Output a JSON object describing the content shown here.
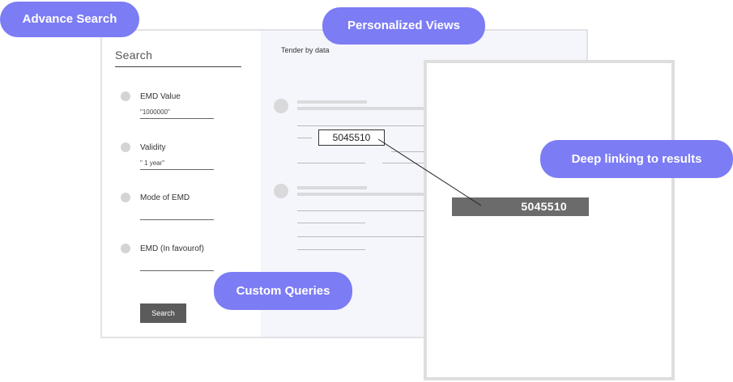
{
  "callouts": {
    "advance_search": "Advance Search",
    "personalized_views": "Personalized Views",
    "deep_linking": "Deep linking to results",
    "custom_queries": "Custom Queries"
  },
  "search_panel": {
    "title": "Search",
    "filters": [
      {
        "label": "EMD Value",
        "value": "\"1000000\""
      },
      {
        "label": "Validity",
        "value": "\" 1 year\""
      },
      {
        "label": "Mode of EMD",
        "value": ""
      },
      {
        "label": "EMD (In favourof)",
        "value": ""
      }
    ],
    "button_label": "Search"
  },
  "results_panel": {
    "title": "Tender by data",
    "highlighted_id": "5045510"
  },
  "detail_panel": {
    "id": "5045510"
  },
  "colors": {
    "accent": "#7c7cf5",
    "panel_bg": "#f5f6fc",
    "detail_bar": "#6b6b6b",
    "button": "#5b5b5b"
  }
}
